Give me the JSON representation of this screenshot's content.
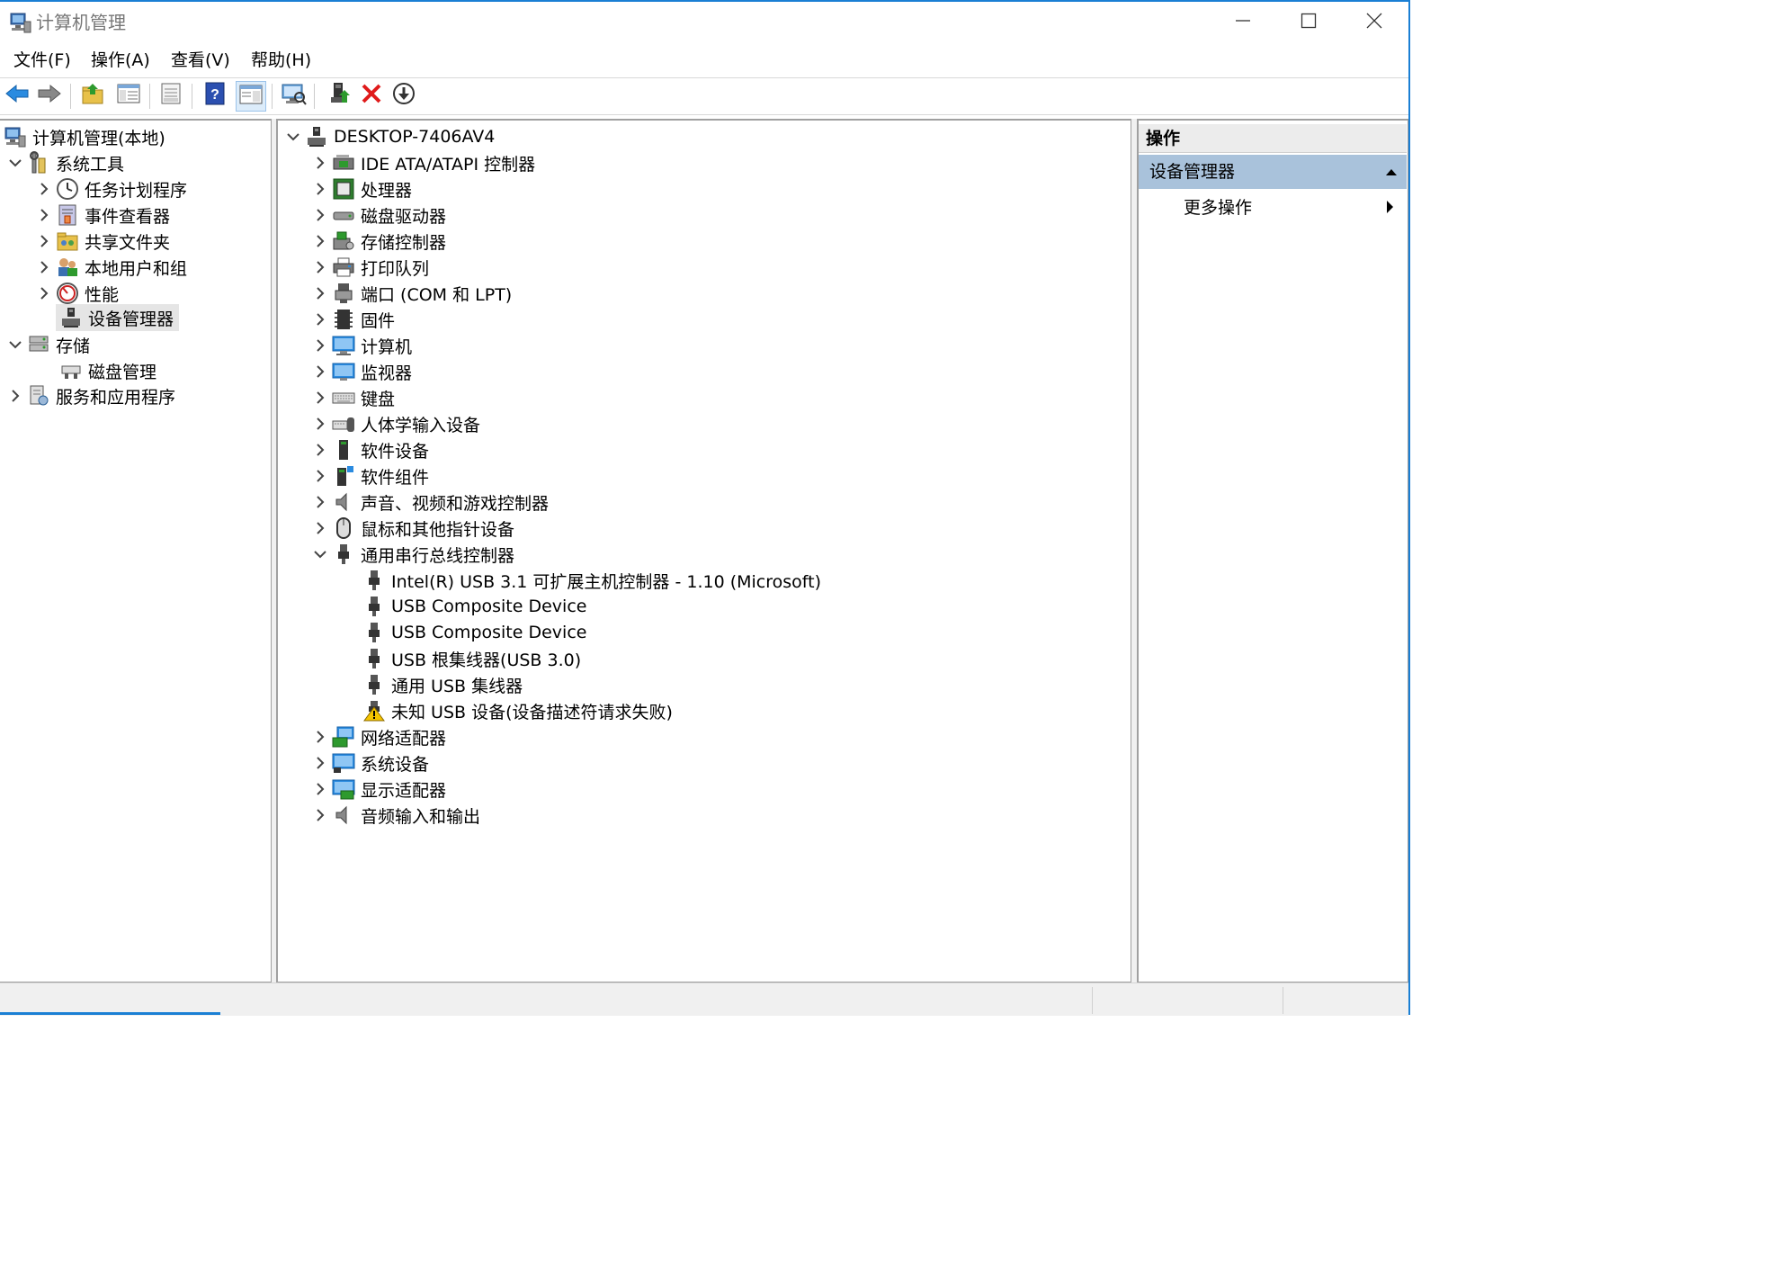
{
  "window": {
    "title": "计算机管理"
  },
  "menu": [
    "文件(F)",
    "操作(A)",
    "查看(V)",
    "帮助(H)"
  ],
  "toolbar": {
    "buttons": [
      "back-icon",
      "forward-icon",
      "up-folder-icon",
      "show-tree-icon",
      "properties-icon",
      "help-icon",
      "show-action-icon",
      "scan-hardware-icon",
      "update-driver-icon",
      "uninstall-icon",
      "download-icon"
    ]
  },
  "left_tree": {
    "root": "计算机管理(本地)",
    "system_tools": "系统工具",
    "task_scheduler": "任务计划程序",
    "event_viewer": "事件查看器",
    "shared_folders": "共享文件夹",
    "local_users": "本地用户和组",
    "performance": "性能",
    "device_manager": "设备管理器",
    "storage": "存储",
    "disk_management": "磁盘管理",
    "services_apps": "服务和应用程序"
  },
  "device_tree": {
    "computer": "DESKTOP-7406AV4",
    "categories": [
      "IDE ATA/ATAPI 控制器",
      "处理器",
      "磁盘驱动器",
      "存储控制器",
      "打印队列",
      "端口 (COM 和 LPT)",
      "固件",
      "计算机",
      "监视器",
      "键盘",
      "人体学输入设备",
      "软件设备",
      "软件组件",
      "声音、视频和游戏控制器",
      "鼠标和其他指针设备",
      "通用串行总线控制器"
    ],
    "usb_children": [
      "Intel(R) USB 3.1 可扩展主机控制器 - 1.10 (Microsoft)",
      "USB Composite Device",
      "USB Composite Device",
      "USB 根集线器(USB 3.0)",
      "通用 USB 集线器",
      "未知 USB 设备(设备描述符请求失败)"
    ],
    "after_categories": [
      "网络适配器",
      "系统设备",
      "显示适配器",
      "音频输入和输出"
    ]
  },
  "actions": {
    "header": "操作",
    "section": "设备管理器",
    "more": "更多操作"
  },
  "colors": {
    "accent": "#1a7fd4",
    "selected_section": "#a9c2db",
    "warning": "#f5c400"
  }
}
